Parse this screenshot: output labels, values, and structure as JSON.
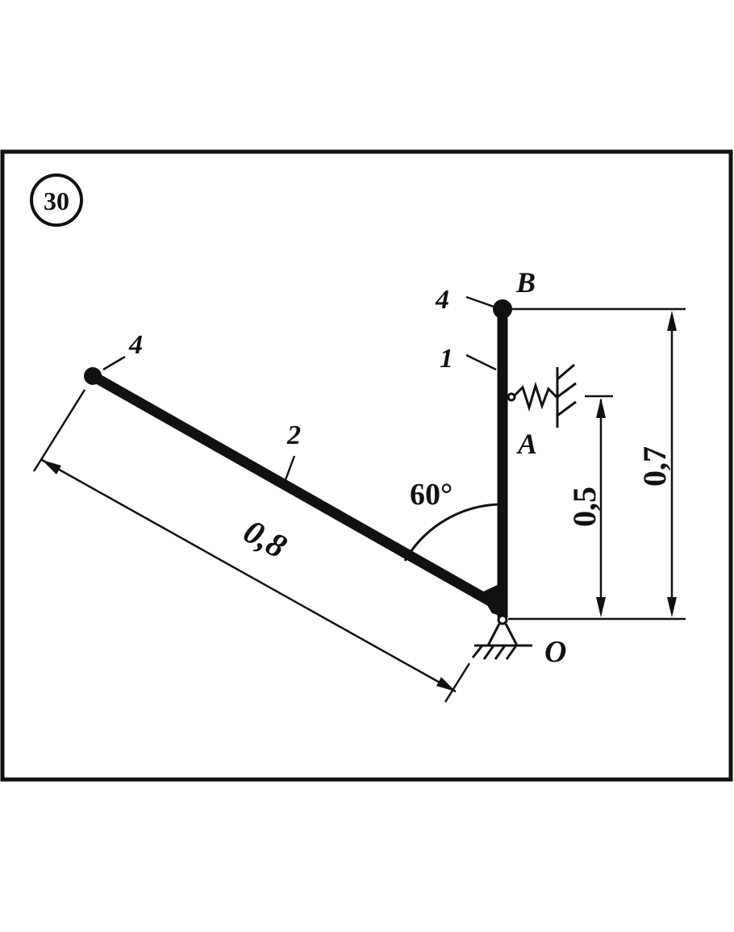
{
  "figure": {
    "problem_number": "30",
    "labels": {
      "point_b": "B",
      "point_a": "A",
      "point_o": "O",
      "rod_1": "1",
      "rod_2": "2",
      "mass_top_left": "4",
      "mass_top_b": "4"
    },
    "angle_label": "60°",
    "dimensions": {
      "rod_2_length": "0,8",
      "oa_height": "0,5",
      "ob_height": "0,7"
    },
    "colors": {
      "ink": "#111111",
      "background": "#ffffff"
    }
  }
}
